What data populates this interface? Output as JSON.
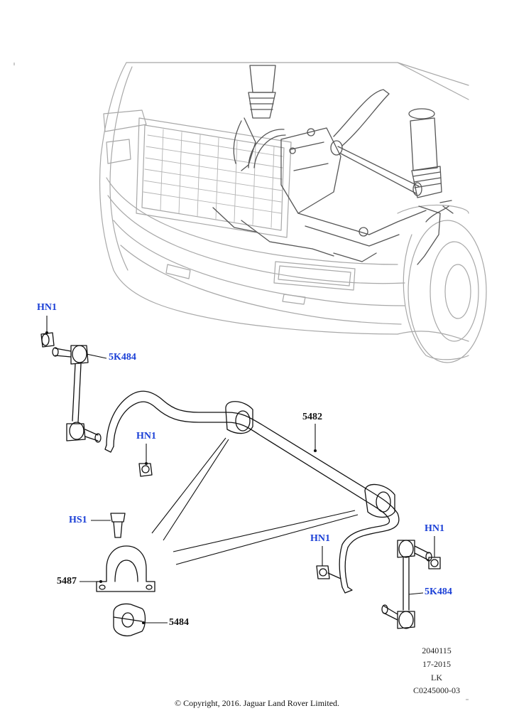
{
  "callouts": {
    "hn1_top": "HN1",
    "k5484_top": "5K484",
    "k5482": "5482",
    "hn1_mid": "HN1",
    "hs1": "HS1",
    "hn1_right_inner": "HN1",
    "hn1_right": "HN1",
    "k5487": "5487",
    "k5484_right": "5K484",
    "k5484": "5484"
  },
  "meta": {
    "line1": "2040115",
    "line2": "17-2015",
    "line3": "LK",
    "line4": "C0245000-03"
  },
  "copyright": "© Copyright, 2016. Jaguar Land Rover Limited.",
  "colors": {
    "link": "#1a3fd6",
    "line": "#111111",
    "sketch": "#9a9a9a"
  }
}
